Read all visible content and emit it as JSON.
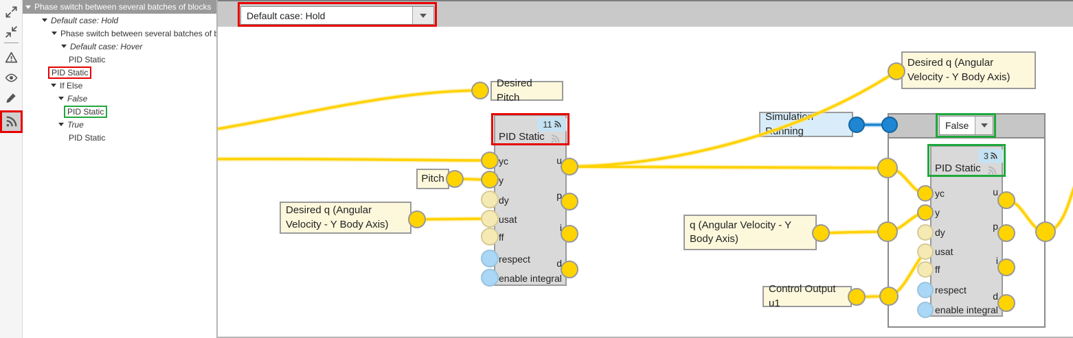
{
  "sidebar": {
    "icons": [
      {
        "name": "expand-icon"
      },
      {
        "name": "collapse-icon"
      },
      {
        "name": "warning-icon"
      },
      {
        "name": "eye-icon"
      },
      {
        "name": "pencil-icon"
      },
      {
        "name": "rss-feed-icon",
        "state": "active, highlighted with red annotation box"
      }
    ]
  },
  "tree": {
    "items": [
      {
        "label": "Phase switch between several batches of blocks"
      },
      {
        "label": "Default case: Hold"
      },
      {
        "label": "Phase switch between several batches of bloc"
      },
      {
        "label": "Default case: Hover"
      },
      {
        "label": "PID Static"
      },
      {
        "label": "PID Static",
        "annotation": "red-box"
      },
      {
        "label": "If Else"
      },
      {
        "label": "False"
      },
      {
        "label": "PID Static",
        "annotation": "green-box"
      },
      {
        "label": "True"
      },
      {
        "label": "PID Static"
      }
    ]
  },
  "toolbar": {
    "case_dropdown_value": "Default case: Hold"
  },
  "canvas": {
    "labels": {
      "desired_pitch": "Desired Pitch",
      "pitch": "Pitch",
      "desired_q_left": "Desired q (Angular Velocity - Y Body Axis)",
      "desired_q_top": "Desired q (Angular Velocity - Y Body Axis)",
      "sim_running": "Simulation Running",
      "q_angular": "q (Angular Velocity - Y Body Axis)",
      "control_u1": "Control Output u1"
    },
    "pid1": {
      "title": "PID Static",
      "badge": "11",
      "inputs": [
        "yc",
        "y",
        "dy",
        "usat",
        "ff",
        "respect",
        "enable integral"
      ],
      "outputs": [
        "u",
        "p",
        "i",
        "d"
      ]
    },
    "pid2": {
      "title": "PID Static",
      "badge": "3",
      "inputs": [
        "yc",
        "y",
        "dy",
        "usat",
        "ff",
        "respect",
        "enable integral"
      ],
      "outputs": [
        "u",
        "p",
        "i",
        "d"
      ]
    },
    "container": {
      "case_dropdown_value": "False"
    }
  },
  "colors": {
    "wire_yellow": "#ffd200",
    "wire_blue": "#1e86d2",
    "port_yellow": "#ffd400",
    "port_pale_yellow": "#f6eab4",
    "port_light_blue": "#a9d7f5",
    "label_cream": "#fdf8dc",
    "label_blue": "#d8ecf9",
    "block_gray": "#d9d9d9",
    "annotation_red": "#e60000",
    "annotation_green": "#1fa83c",
    "badge_blue": "#c5e2f2"
  }
}
